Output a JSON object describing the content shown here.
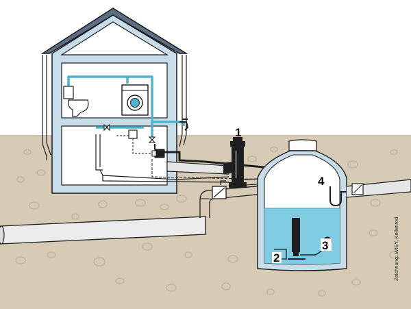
{
  "labels": {
    "filter": "1",
    "inlet": "2",
    "float_switch": "3",
    "overflow": "4"
  },
  "credit": "Zeichnung: WISY, Kellenrod",
  "colors": {
    "ground": "#d7cbb6",
    "wall": "#c8ddea",
    "water_pipe": "#4fb3cc",
    "tank_water": "#7fcbe2",
    "pipe_dark": "#1e1e1e",
    "pipe_light": "#e6e6e6"
  }
}
